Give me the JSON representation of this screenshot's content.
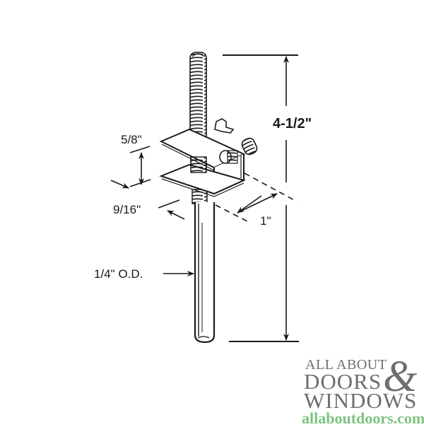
{
  "diagram": {
    "subject": "threaded adjuster rod with U-bracket clip",
    "dimensions": {
      "overall_length": "4-1/2\"",
      "bracket_gap": "5/8\"",
      "bracket_width": "9/16\"",
      "bracket_depth": "1\"",
      "rod_diameter": "1/4\" O.D."
    }
  },
  "logo": {
    "line1": "ALL ABOUT",
    "line2": "DOORS",
    "line3": "WINDOWS",
    "ampersand": "&",
    "url": "allaboutdoors.com",
    "colors": {
      "text": "#6d6e70",
      "url": "#7cc47f"
    }
  }
}
